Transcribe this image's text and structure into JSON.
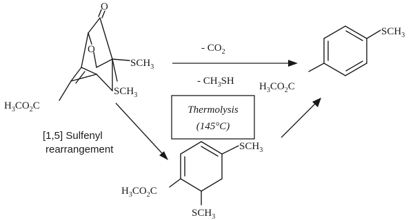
{
  "reactant": {
    "carbonyl_o": "O",
    "ring_o": "O",
    "sch3_top_left": "S",
    "sch3_top_right": "CH",
    "sch3_top_sub": "3",
    "sch3_bot_left": "S",
    "sch3_bot_right": "CH",
    "sch3_bot_sub": "3",
    "ester_pre": "H",
    "ester_sub1": "3",
    "ester_mid": "CO",
    "ester_sub2": "2",
    "ester_post": "C"
  },
  "product": {
    "sch3_left": "SCH",
    "sch3_sub": "3",
    "ester_pre": "H",
    "ester_sub1": "3",
    "ester_mid": "CO",
    "ester_sub2": "2",
    "ester_post": "C"
  },
  "intermediate": {
    "sch3_top_left": "SCH",
    "sch3_top_sub": "3",
    "sch3_bot_left": "SCH",
    "sch3_bot_sub": "3",
    "ester_pre": "H",
    "ester_sub1": "3",
    "ester_mid": "CO",
    "ester_sub2": "2",
    "ester_post": "C"
  },
  "conditions": {
    "minus_co2_pre": "- CO",
    "minus_co2_sub": "2",
    "minus_ch3sh_pre": "- CH",
    "minus_ch3sh_sub": "3",
    "minus_ch3sh_post": "SH",
    "thermolysis": "Thermolysis",
    "temperature": "(145°C)",
    "rearrangement_line1": "[1,5] Sulfenyl",
    "rearrangement_line2": "rearrangement"
  }
}
